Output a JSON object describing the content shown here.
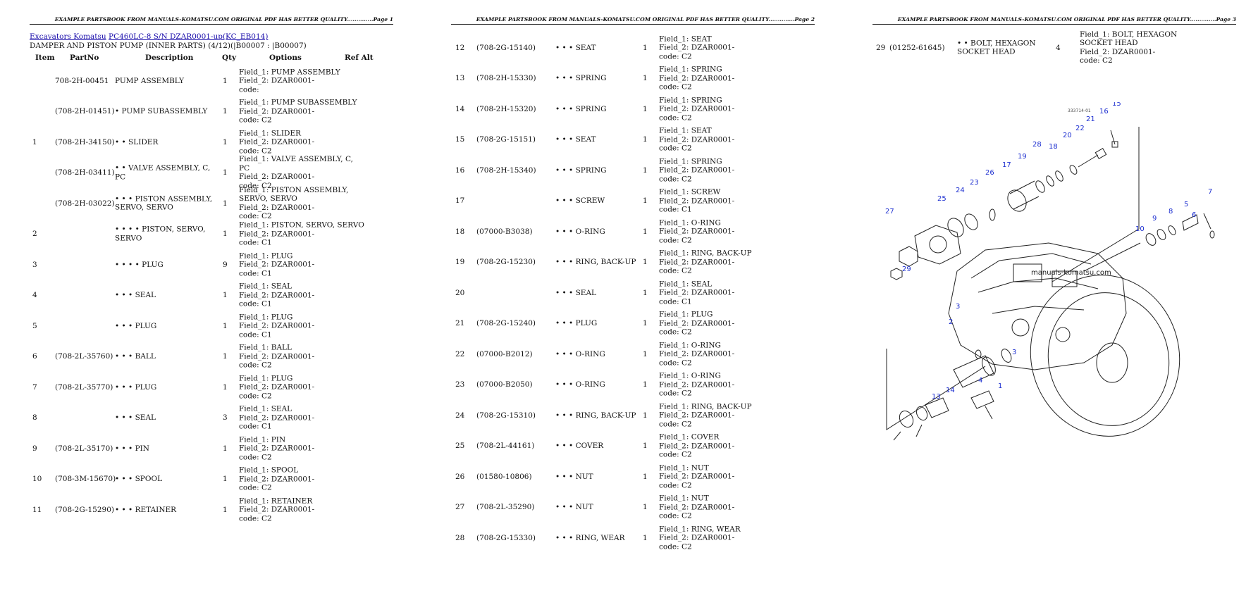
{
  "header": "EXAMPLE PARTSBOOK FROM MANUALS-KOMATSU.COM ORIGINAL PDF HAS BETTER QUALITY..............",
  "pages": [
    "Page 1",
    "Page 2",
    "Page 3"
  ],
  "breadcrumb": {
    "link1": "Excavators Komatsu",
    "link2": "PC460LC-8 S/N DZAR0001-up(KC_EB014)"
  },
  "group_title": "DAMPER AND PISTON PUMP (INNER PARTS) (4/12)(|B00007 : |B00007)",
  "columns": [
    "Item",
    "PartNo",
    "Description",
    "Qty",
    "Options",
    "Ref Alt"
  ],
  "page1_rows": [
    {
      "item": "",
      "part": "708-2H-00451",
      "desc": "PUMP ASSEMBLY",
      "qty": "1",
      "opt": [
        "Field_1: PUMP ASSEMBLY",
        "Field_2: DZAR0001-",
        "code:"
      ]
    },
    {
      "item": "",
      "part": "(708-2H-01451)",
      "desc": "• PUMP SUBASSEMBLY",
      "qty": "1",
      "opt": [
        "Field_1: PUMP SUBASSEMBLY",
        "Field_2: DZAR0001-",
        "code: C2"
      ]
    },
    {
      "item": "1",
      "part": "(708-2H-34150)",
      "desc": "• • SLIDER",
      "qty": "1",
      "opt": [
        "Field_1: SLIDER",
        "Field_2: DZAR0001-",
        "code: C2"
      ]
    },
    {
      "item": "",
      "part": "(708-2H-03411)",
      "desc": "• • VALVE ASSEMBLY, C, PC",
      "qty": "1",
      "opt": [
        "Field_1: VALVE ASSEMBLY, C,",
        "PC",
        "Field_2: DZAR0001-",
        "code: C2"
      ]
    },
    {
      "item": "",
      "part": "(708-2H-03022)",
      "desc": "• • • PISTON ASSEMBLY, SERVO, SERVO",
      "qty": "1",
      "opt": [
        "Field_1: PISTON ASSEMBLY,",
        "SERVO, SERVO",
        "Field_2: DZAR0001-",
        "code: C2"
      ]
    },
    {
      "item": "2",
      "part": "",
      "desc": "• • • • PISTON, SERVO, SERVO",
      "qty": "1",
      "opt": [
        "Field_1: PISTON, SERVO, SERVO",
        "Field_2: DZAR0001-",
        "code: C1"
      ]
    },
    {
      "item": "3",
      "part": "",
      "desc": "• • • • PLUG",
      "qty": "9",
      "opt": [
        "Field_1: PLUG",
        "Field_2: DZAR0001-",
        "code: C1"
      ]
    },
    {
      "item": "4",
      "part": "",
      "desc": "• • • SEAL",
      "qty": "1",
      "opt": [
        "Field_1: SEAL",
        "Field_2: DZAR0001-",
        "code: C1"
      ]
    },
    {
      "item": "5",
      "part": "",
      "desc": "• • • PLUG",
      "qty": "1",
      "opt": [
        "Field_1: PLUG",
        "Field_2: DZAR0001-",
        "code: C1"
      ]
    },
    {
      "item": "6",
      "part": "(708-2L-35760)",
      "desc": "• • • BALL",
      "qty": "1",
      "opt": [
        "Field_1: BALL",
        "Field_2: DZAR0001-",
        "code: C2"
      ]
    },
    {
      "item": "7",
      "part": "(708-2L-35770)",
      "desc": "• • • PLUG",
      "qty": "1",
      "opt": [
        "Field_1: PLUG",
        "Field_2: DZAR0001-",
        "code: C2"
      ]
    },
    {
      "item": "8",
      "part": "",
      "desc": "• • • SEAL",
      "qty": "3",
      "opt": [
        "Field_1: SEAL",
        "Field_2: DZAR0001-",
        "code: C1"
      ]
    },
    {
      "item": "9",
      "part": "(708-2L-35170)",
      "desc": "• • • PIN",
      "qty": "1",
      "opt": [
        "Field_1: PIN",
        "Field_2: DZAR0001-",
        "code: C2"
      ]
    },
    {
      "item": "10",
      "part": "(708-3M-15670)",
      "desc": "• • • SPOOL",
      "qty": "1",
      "opt": [
        "Field_1: SPOOL",
        "Field_2: DZAR0001-",
        "code: C2"
      ]
    },
    {
      "item": "11",
      "part": "(708-2G-15290)",
      "desc": "• • • RETAINER",
      "qty": "1",
      "opt": [
        "Field_1: RETAINER",
        "Field_2: DZAR0001-",
        "code: C2"
      ]
    }
  ],
  "page2_rows": [
    {
      "item": "12",
      "part": "(708-2G-15140)",
      "desc": "• • • SEAT",
      "qty": "1",
      "opt": [
        "Field_1: SEAT",
        "Field_2: DZAR0001-",
        "code: C2"
      ]
    },
    {
      "item": "13",
      "part": "(708-2H-15330)",
      "desc": "• • • SPRING",
      "qty": "1",
      "opt": [
        "Field_1: SPRING",
        "Field_2: DZAR0001-",
        "code: C2"
      ]
    },
    {
      "item": "14",
      "part": "(708-2H-15320)",
      "desc": "• • • SPRING",
      "qty": "1",
      "opt": [
        "Field_1: SPRING",
        "Field_2: DZAR0001-",
        "code: C2"
      ]
    },
    {
      "item": "15",
      "part": "(708-2G-15151)",
      "desc": "• • • SEAT",
      "qty": "1",
      "opt": [
        "Field_1: SEAT",
        "Field_2: DZAR0001-",
        "code: C2"
      ]
    },
    {
      "item": "16",
      "part": "(708-2H-15340)",
      "desc": "• • • SPRING",
      "qty": "1",
      "opt": [
        "Field_1: SPRING",
        "Field_2: DZAR0001-",
        "code: C2"
      ]
    },
    {
      "item": "17",
      "part": "",
      "desc": "• • • SCREW",
      "qty": "1",
      "opt": [
        "Field_1: SCREW",
        "Field_2: DZAR0001-",
        "code: C1"
      ]
    },
    {
      "item": "18",
      "part": "(07000-B3038)",
      "desc": "• • • O-RING",
      "qty": "1",
      "opt": [
        "Field_1: O-RING",
        "Field_2: DZAR0001-",
        "code: C2"
      ]
    },
    {
      "item": "19",
      "part": "(708-2G-15230)",
      "desc": "• • • RING, BACK-UP",
      "qty": "1",
      "opt": [
        "Field_1: RING, BACK-UP",
        "Field_2: DZAR0001-",
        "code: C2"
      ]
    },
    {
      "item": "20",
      "part": "",
      "desc": "• • • SEAL",
      "qty": "1",
      "opt": [
        "Field_1: SEAL",
        "Field_2: DZAR0001-",
        "code: C1"
      ]
    },
    {
      "item": "21",
      "part": "(708-2G-15240)",
      "desc": "• • • PLUG",
      "qty": "1",
      "opt": [
        "Field_1: PLUG",
        "Field_2: DZAR0001-",
        "code: C2"
      ]
    },
    {
      "item": "22",
      "part": "(07000-B2012)",
      "desc": "• • • O-RING",
      "qty": "1",
      "opt": [
        "Field_1: O-RING",
        "Field_2: DZAR0001-",
        "code: C2"
      ]
    },
    {
      "item": "23",
      "part": "(07000-B2050)",
      "desc": "• • • O-RING",
      "qty": "1",
      "opt": [
        "Field_1: O-RING",
        "Field_2: DZAR0001-",
        "code: C2"
      ]
    },
    {
      "item": "24",
      "part": "(708-2G-15310)",
      "desc": "• • • RING, BACK-UP",
      "qty": "1",
      "opt": [
        "Field_1: RING, BACK-UP",
        "Field_2: DZAR0001-",
        "code: C2"
      ]
    },
    {
      "item": "25",
      "part": "(708-2L-44161)",
      "desc": "• • • COVER",
      "qty": "1",
      "opt": [
        "Field_1: COVER",
        "Field_2: DZAR0001-",
        "code: C2"
      ]
    },
    {
      "item": "26",
      "part": "(01580-10806)",
      "desc": "• • • NUT",
      "qty": "1",
      "opt": [
        "Field_1: NUT",
        "Field_2: DZAR0001-",
        "code: C2"
      ]
    },
    {
      "item": "27",
      "part": "(708-2L-35290)",
      "desc": "• • • NUT",
      "qty": "1",
      "opt": [
        "Field_1: NUT",
        "Field_2: DZAR0001-",
        "code: C2"
      ]
    },
    {
      "item": "28",
      "part": "(708-2G-15330)",
      "desc": "• • • RING, WEAR",
      "qty": "1",
      "opt": [
        "Field_1: RING, WEAR",
        "Field_2: DZAR0001-",
        "code: C2"
      ]
    }
  ],
  "page3_rows": [
    {
      "item": "29",
      "part": "(01252-61645)",
      "desc": "• • BOLT, HEXAGON SOCKET HEAD",
      "qty": "4",
      "opt": [
        "Field_1: BOLT, HEXAGON",
        "SOCKET HEAD",
        "Field_2: DZAR0001-",
        "code: C2"
      ]
    }
  ],
  "diagram": {
    "watermark": "manuals-komatsu.com",
    "code": "333714-01",
    "callouts": [
      "15",
      "16",
      "21",
      "22",
      "20",
      "18",
      "28",
      "19",
      "17",
      "26",
      "23",
      "24",
      "25",
      "27",
      "7",
      "5",
      "6",
      "8",
      "9",
      "10",
      "29",
      "3",
      "2",
      "3",
      "1",
      "4",
      "14",
      "13"
    ],
    "callout_color": "#1d2fd0"
  }
}
